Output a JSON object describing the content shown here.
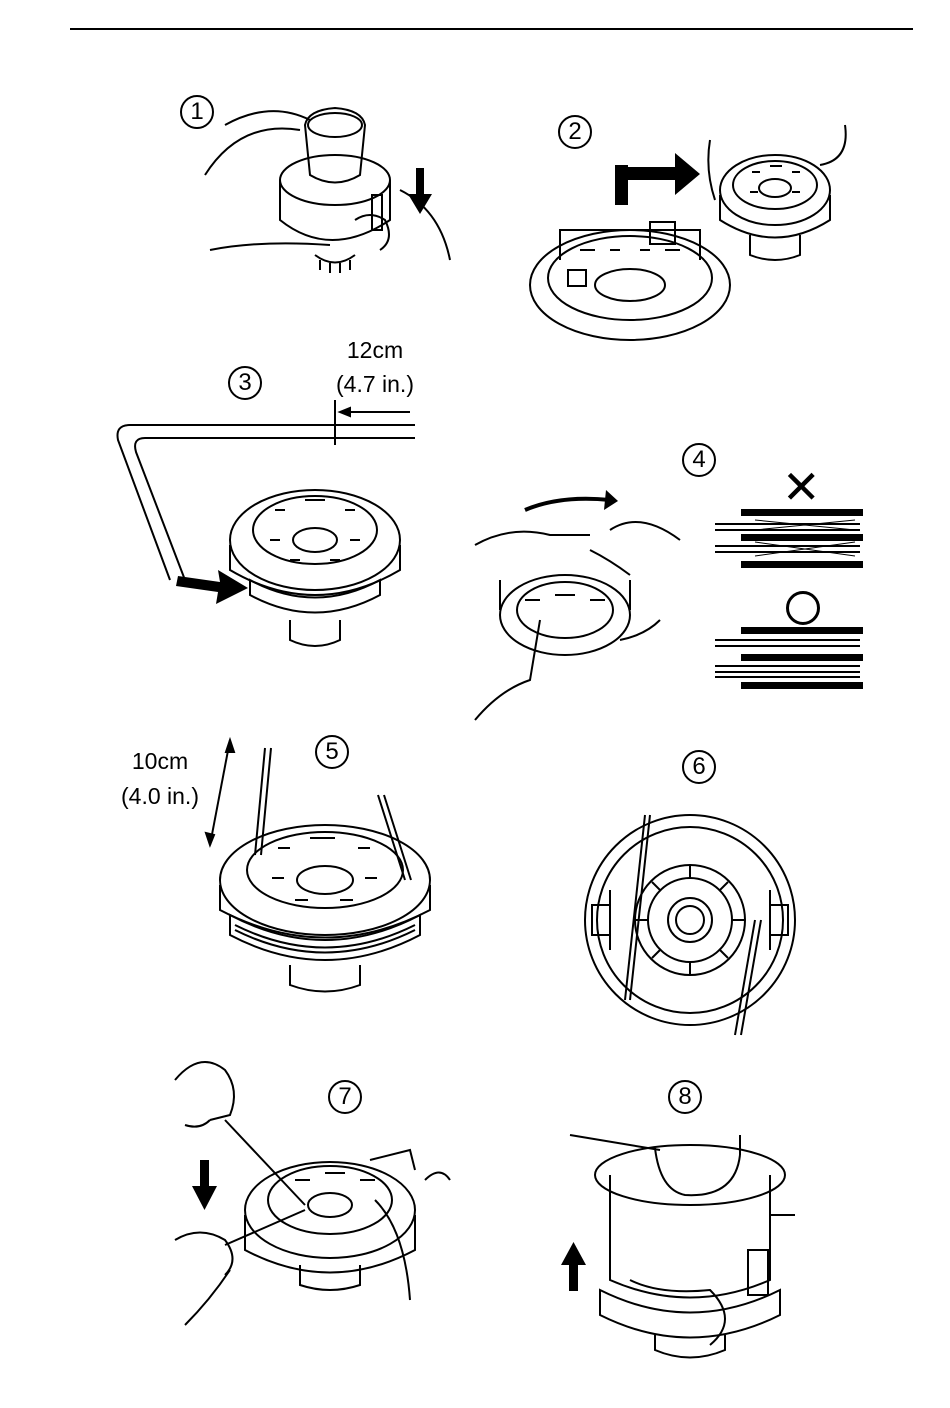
{
  "steps": [
    {
      "number": "1"
    },
    {
      "number": "2"
    },
    {
      "number": "3",
      "dim_metric": "12cm",
      "dim_imperial": "(4.7 in.)"
    },
    {
      "number": "4",
      "wrong_mark": "✕",
      "correct_mark": "○"
    },
    {
      "number": "5",
      "dim_metric": "10cm",
      "dim_imperial": "(4.0 in.)"
    },
    {
      "number": "6"
    },
    {
      "number": "7"
    },
    {
      "number": "8"
    }
  ],
  "icons": {
    "arrow_down": "arrow-down-icon",
    "arrow_right": "arrow-right-icon",
    "arrow_up": "arrow-up-icon"
  },
  "colors": {
    "ink": "#000000",
    "paper": "#ffffff"
  }
}
